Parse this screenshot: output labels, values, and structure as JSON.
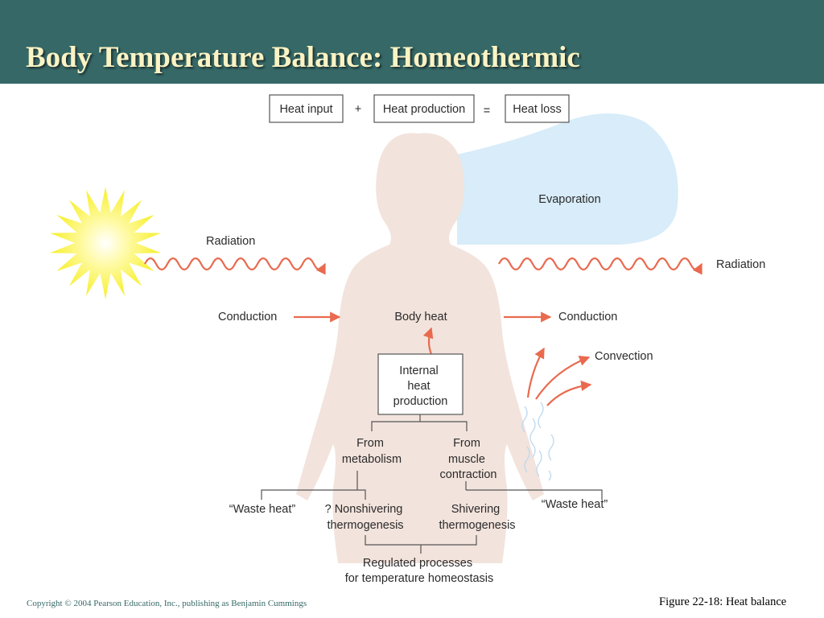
{
  "title": "Body Temperature Balance: Homeothermic",
  "equation": {
    "input": "Heat input",
    "plus": "+",
    "production": "Heat production",
    "equals": "=",
    "loss": "Heat loss"
  },
  "labels": {
    "evaporation": "Evaporation",
    "radiation_in": "Radiation",
    "radiation_out": "Radiation",
    "conduction_in": "Conduction",
    "conduction_out": "Conduction",
    "body_heat": "Body heat",
    "convection": "Convection",
    "internal": [
      "Internal",
      "heat",
      "production"
    ],
    "from_metabolism": [
      "From",
      "metabolism"
    ],
    "from_muscle": [
      "From",
      "muscle",
      "contraction"
    ],
    "waste_left": "“Waste heat”",
    "waste_right": "“Waste heat”",
    "nonshivering": [
      "? Nonshivering",
      "thermogenesis"
    ],
    "shivering": [
      "Shivering",
      "thermogenesis"
    ],
    "regulated": [
      "Regulated processes",
      "for temperature homeostasis"
    ]
  },
  "colors": {
    "title_bar": "#356866",
    "title_text": "#fbf3c4",
    "body": "#f2e3dc",
    "evaporation": "#d8ecf9",
    "arrow": "#e96a4f",
    "sun": "#f7ef2a"
  },
  "footer": {
    "copyright": "Copyright © 2004 Pearson Education, Inc., publishing as Benjamin Cummings",
    "caption": "Figure 22-18: Heat balance"
  }
}
